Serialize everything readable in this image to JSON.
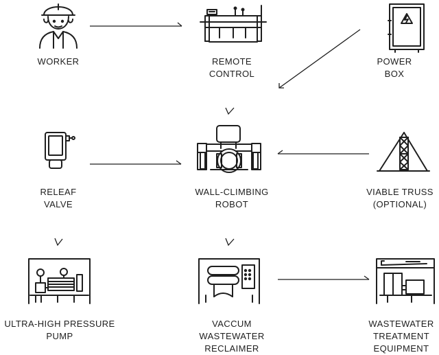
{
  "nodes": [
    {
      "id": "worker",
      "lines": [
        "WORKER"
      ],
      "icon": "worker-icon"
    },
    {
      "id": "remote-control",
      "lines": [
        "REMOTE",
        "CONTROL"
      ],
      "icon": "remote-control-icon"
    },
    {
      "id": "power-box",
      "lines": [
        "POWER",
        "BOX"
      ],
      "icon": "power-box-icon"
    },
    {
      "id": "relief-valve",
      "lines": [
        "RELEAF",
        "VALVE"
      ],
      "icon": "relief-valve-icon"
    },
    {
      "id": "wall-climbing-robot",
      "lines": [
        "WALL-CLIMBING",
        "ROBOT"
      ],
      "icon": "wall-climbing-robot-icon"
    },
    {
      "id": "viable-truss",
      "lines": [
        "VIABLE TRUSS",
        "(OPTIONAL)"
      ],
      "icon": "truss-icon"
    },
    {
      "id": "ultra-high-pressure-pump",
      "lines": [
        "ULTRA-HIGH PRESSURE",
        "PUMP"
      ],
      "icon": "pump-icon"
    },
    {
      "id": "vaccum-wastewater-reclaimer",
      "lines": [
        "VACCUM",
        "WASTEWATER",
        "RECLAIMER"
      ],
      "icon": "reclaimer-icon"
    },
    {
      "id": "wastewater-treatment-equipment",
      "lines": [
        "WASTEWATER",
        "TREATMENT",
        "EQUIPMENT"
      ],
      "icon": "treatment-equipment-icon"
    }
  ],
  "edges": [
    {
      "from": "worker",
      "to": "remote-control"
    },
    {
      "from": "power-box",
      "to": "wall-climbing-robot"
    },
    {
      "from": "remote-control",
      "to": "wall-climbing-robot"
    },
    {
      "from": "relief-valve",
      "to": "wall-climbing-robot"
    },
    {
      "from": "viable-truss",
      "to": "wall-climbing-robot"
    },
    {
      "from": "relief-valve",
      "to": "ultra-high-pressure-pump"
    },
    {
      "from": "wall-climbing-robot",
      "to": "vaccum-wastewater-reclaimer"
    },
    {
      "from": "vaccum-wastewater-reclaimer",
      "to": "wastewater-treatment-equipment"
    }
  ],
  "colors": {
    "line": "#1e1e1e",
    "background": "#ffffff"
  }
}
